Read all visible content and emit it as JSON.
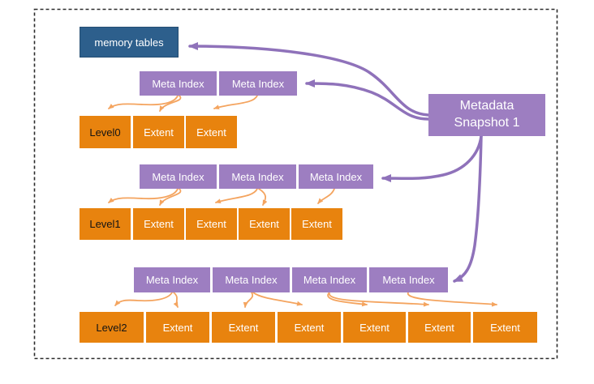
{
  "memory_tables": {
    "label": "memory tables"
  },
  "snapshot": {
    "line1": "Metadata",
    "line2": "Snapshot 1"
  },
  "levels": [
    {
      "meta_indexes": [
        "Meta Index",
        "Meta Index"
      ],
      "cells": [
        "Level0",
        "Extent",
        "Extent"
      ]
    },
    {
      "meta_indexes": [
        "Meta Index",
        "Meta Index",
        "Meta Index"
      ],
      "cells": [
        "Level1",
        "Extent",
        "Extent",
        "Extent",
        "Extent"
      ]
    },
    {
      "meta_indexes": [
        "Meta Index",
        "Meta Index",
        "Meta Index",
        "Meta Index"
      ],
      "cells": [
        "Level2",
        "Extent",
        "Extent",
        "Extent",
        "Extent",
        "Extent",
        "Extent"
      ]
    }
  ],
  "colors": {
    "blue": "#2D5F8C",
    "purple-box": "#9D7EC1",
    "orange-box": "#E8830E",
    "purple-arrow": "#8F72BA",
    "orange-arrow": "#F4A45F"
  }
}
